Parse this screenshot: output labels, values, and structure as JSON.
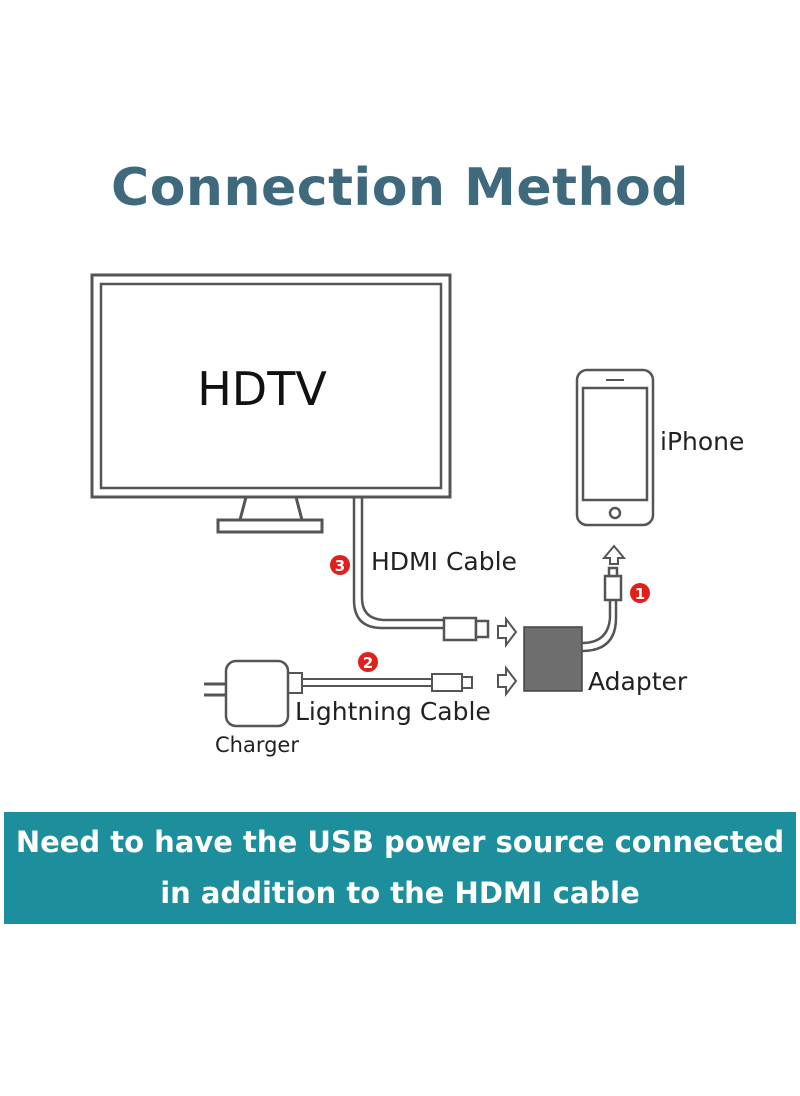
{
  "title": "Connection Method",
  "labels": {
    "hdtv": "HDTV",
    "iphone": "iPhone",
    "hdmi_cable": "HDMI Cable",
    "adapter": "Adapter",
    "lightning_cable": "Lightning Cable",
    "charger": "Charger"
  },
  "steps": {
    "one": "1",
    "two": "2",
    "three": "3"
  },
  "colors": {
    "title": "#3f6a7e",
    "banner": "#1d8e9b",
    "step_badge": "#e0201b",
    "adapter": "#6e6e6e"
  },
  "banner": {
    "line1": "Need to have the USB power source connected",
    "line2": "in addition to the HDMI cable"
  }
}
